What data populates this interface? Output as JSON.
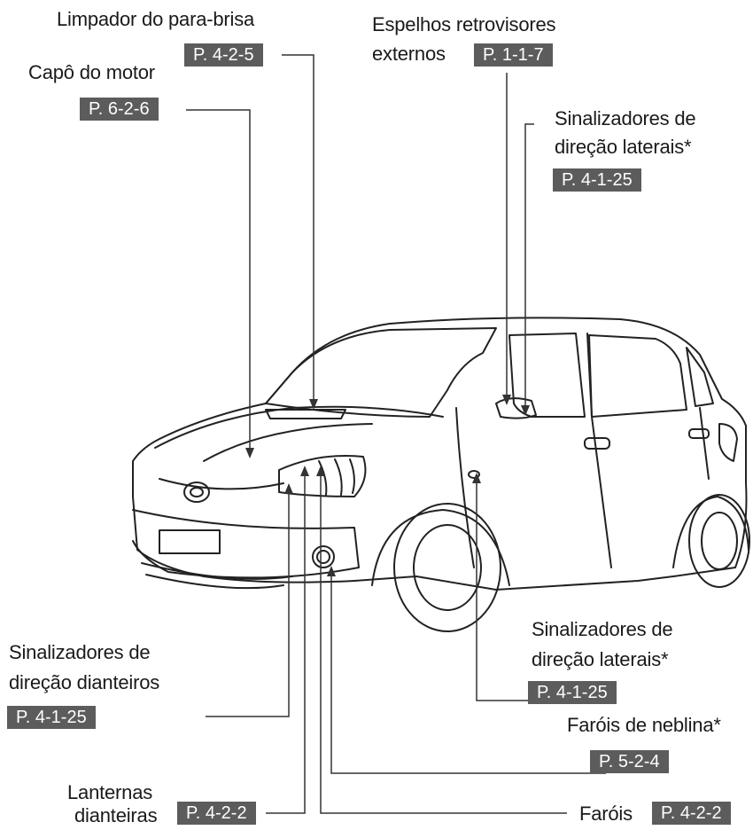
{
  "labels": {
    "wiper": {
      "title": "Limpador do para-brisa",
      "ref": "P. 4-2-5"
    },
    "hood": {
      "title": "Capô do motor",
      "ref": "P. 6-2-6"
    },
    "mirrors": {
      "line1": "Espelhos retrovisores",
      "line2": "externos",
      "ref": "P. 1-1-7"
    },
    "side_signals_top": {
      "line1": "Sinalizadores de",
      "line2": "direção laterais*",
      "ref": "P. 4-1-25"
    },
    "side_signals_bottom": {
      "line1": "Sinalizadores de",
      "line2": "direção laterais*",
      "ref": "P. 4-1-25"
    },
    "front_signals": {
      "line1": "Sinalizadores de",
      "line2": "direção dianteiros",
      "ref": "P. 4-1-25"
    },
    "fog_lights": {
      "title": "Faróis de neblina*",
      "ref": "P. 5-2-4"
    },
    "front_lamps": {
      "line1": "Lanternas",
      "line2": "dianteiras",
      "ref": "P. 4-2-2"
    },
    "headlights": {
      "title": "Faróis",
      "ref": "P. 4-2-2"
    }
  },
  "colors": {
    "ref_bg": "#5c5c5c",
    "ref_text": "#ffffff",
    "line": "#333333"
  }
}
